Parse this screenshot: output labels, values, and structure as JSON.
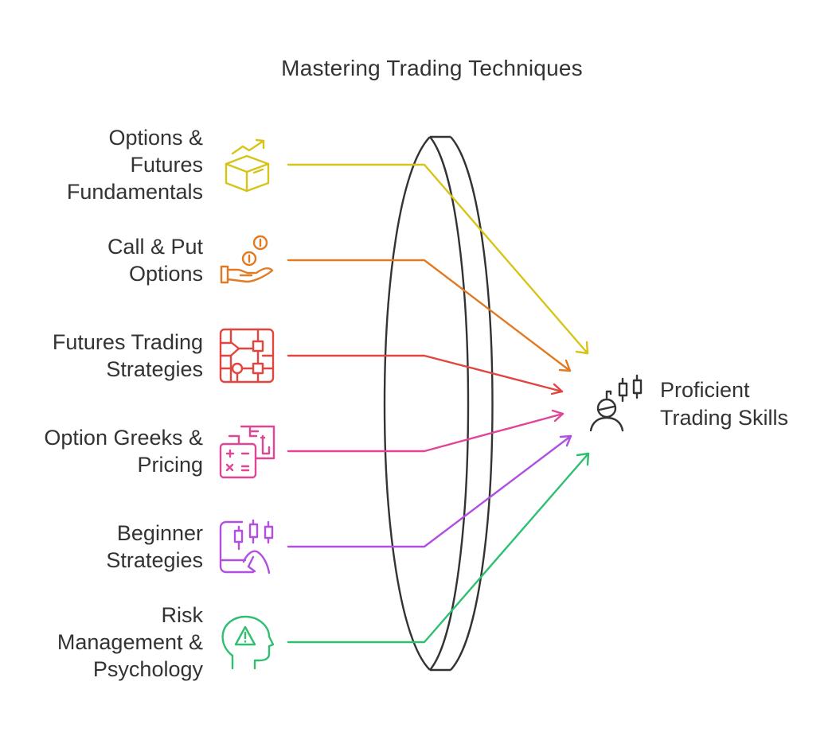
{
  "title": "Mastering Trading Techniques",
  "inputs": [
    {
      "lines": [
        "Options &",
        "Futures",
        "Fundamentals"
      ],
      "icon": "box-growth-arrow-icon",
      "color": "#d6c418"
    },
    {
      "lines": [
        "Call & Put",
        "Options"
      ],
      "icon": "hand-coins-icon",
      "color": "#e07b24"
    },
    {
      "lines": [
        "Futures Trading",
        "Strategies"
      ],
      "icon": "chip-flowchart-icon",
      "color": "#e0463f"
    },
    {
      "lines": [
        "Option Greeks &",
        "Pricing"
      ],
      "icon": "calculator-chart-icon",
      "color": "#e04596"
    },
    {
      "lines": [
        "Beginner",
        "Strategies"
      ],
      "icon": "candlestick-tablet-icon",
      "color": "#b14fe0"
    },
    {
      "lines": [
        "Risk",
        "Management &",
        "Psychology"
      ],
      "icon": "head-warning-icon",
      "color": "#2fbf71"
    }
  ],
  "output": {
    "lines": [
      "Proficient",
      "Trading Skills"
    ],
    "icon": "trader-candlestick-icon",
    "color": "#333333"
  },
  "lens": {
    "stroke": "#333333"
  }
}
